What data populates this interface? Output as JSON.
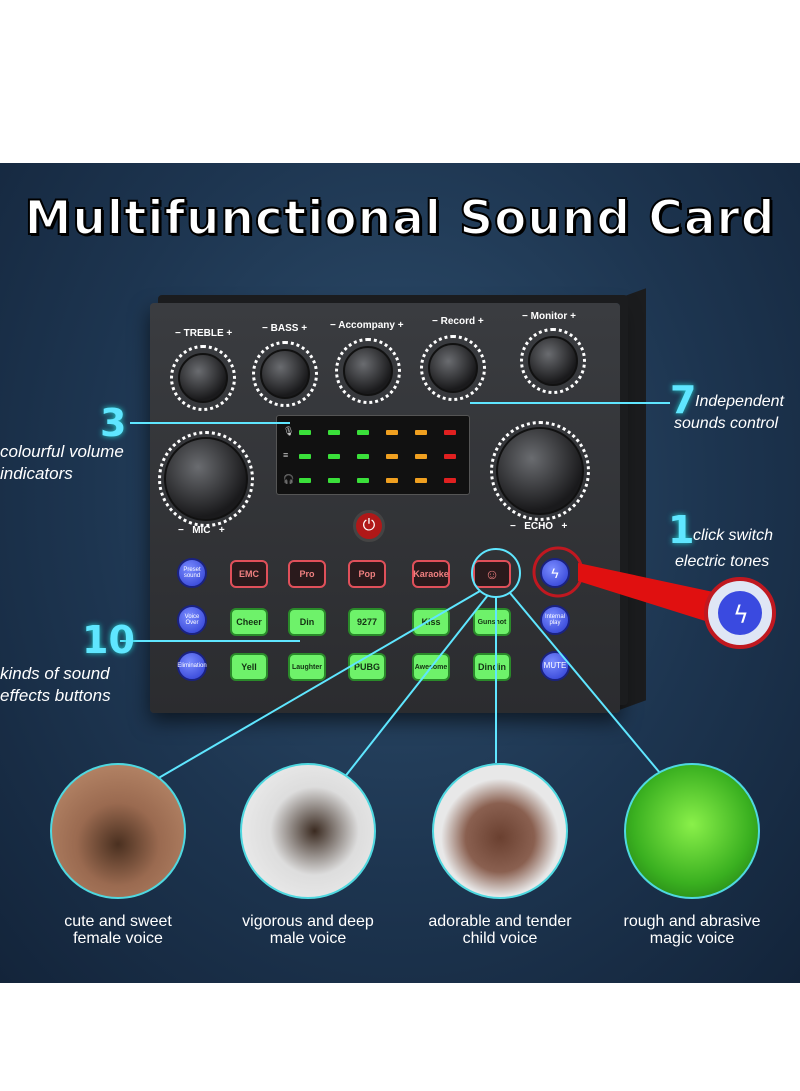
{
  "title": "Multifunctional Sound Card",
  "knobs": {
    "treble": "TREBLE",
    "bass": "BASS",
    "accompany": "Accompany",
    "record": "Record",
    "monitor": "Monitor",
    "mic": "MIC",
    "echo": "ECHO",
    "minus": "−",
    "plus": "+"
  },
  "buttons": {
    "row1_side": "Preset sound",
    "row1": [
      "EMC",
      "Pro",
      "Pop",
      "Karaoke"
    ],
    "row2_side": "Voice Over",
    "row2": [
      "Cheer",
      "Din",
      "9277",
      "Kiss",
      "Gunshot"
    ],
    "row2_right": "Internal play",
    "row3_side": "Elimination",
    "row3": [
      "Yell",
      "Laughter",
      "PUBG",
      "Awesome",
      "Dindin"
    ],
    "row3_right": "MUTE"
  },
  "callouts": {
    "indicators": {
      "number": "3",
      "text1": "colourful volume",
      "text2": "indicators"
    },
    "controls": {
      "number": "7",
      "text1": "Independent",
      "text2": "sounds control"
    },
    "switch": {
      "number": "1",
      "text1": "click switch",
      "text2": "electric tones"
    },
    "effects": {
      "number": "10",
      "text1": "kinds of sound",
      "text2": "effects buttons"
    }
  },
  "voices": [
    {
      "line1": "cute and sweet",
      "line2": "female voice"
    },
    {
      "line1": "vigorous and deep",
      "line2": "male voice"
    },
    {
      "line1": "adorable and tender",
      "line2": "child voice"
    },
    {
      "line1": "rough and abrasive",
      "line2": "magic voice"
    }
  ],
  "colors": {
    "accent": "#5fe6ff",
    "background": "#1d3550",
    "green_button": "#6ef26a",
    "red_button": "#e0505a",
    "blue_button": "#3a4ae0"
  }
}
